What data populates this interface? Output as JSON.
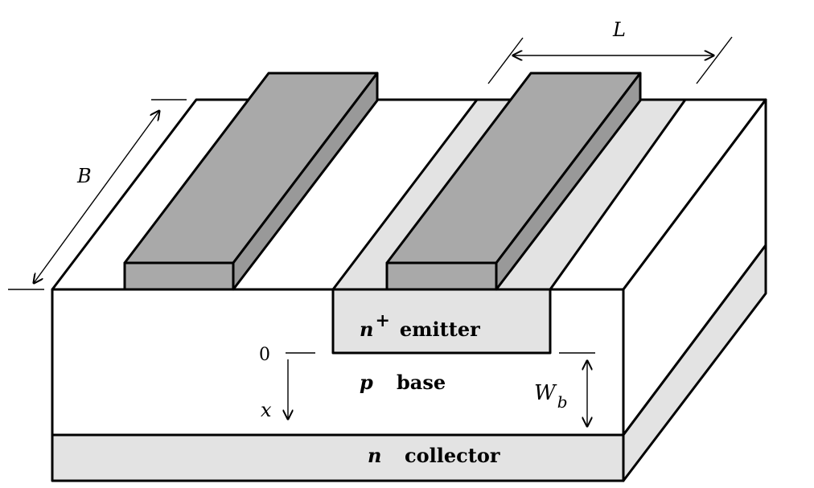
{
  "diagram": {
    "dimensions": {
      "width_symbol": "B",
      "length_symbol": "L",
      "base_width_symbol": "W",
      "base_width_subscript": "b"
    },
    "depth_axis": {
      "origin_label": "0",
      "axis_label": "x"
    },
    "regions": {
      "emitter": {
        "doping": "n",
        "superscript": "+",
        "name": "emitter"
      },
      "base": {
        "doping": "p",
        "name": "base"
      },
      "collector": {
        "doping": "n",
        "name": "collector"
      }
    },
    "colors": {
      "contact_top": "#a9a9a9",
      "contact_side": "#999999",
      "light_region": "#e3e3e3",
      "white_region": "#ffffff",
      "outline": "#000000"
    }
  }
}
